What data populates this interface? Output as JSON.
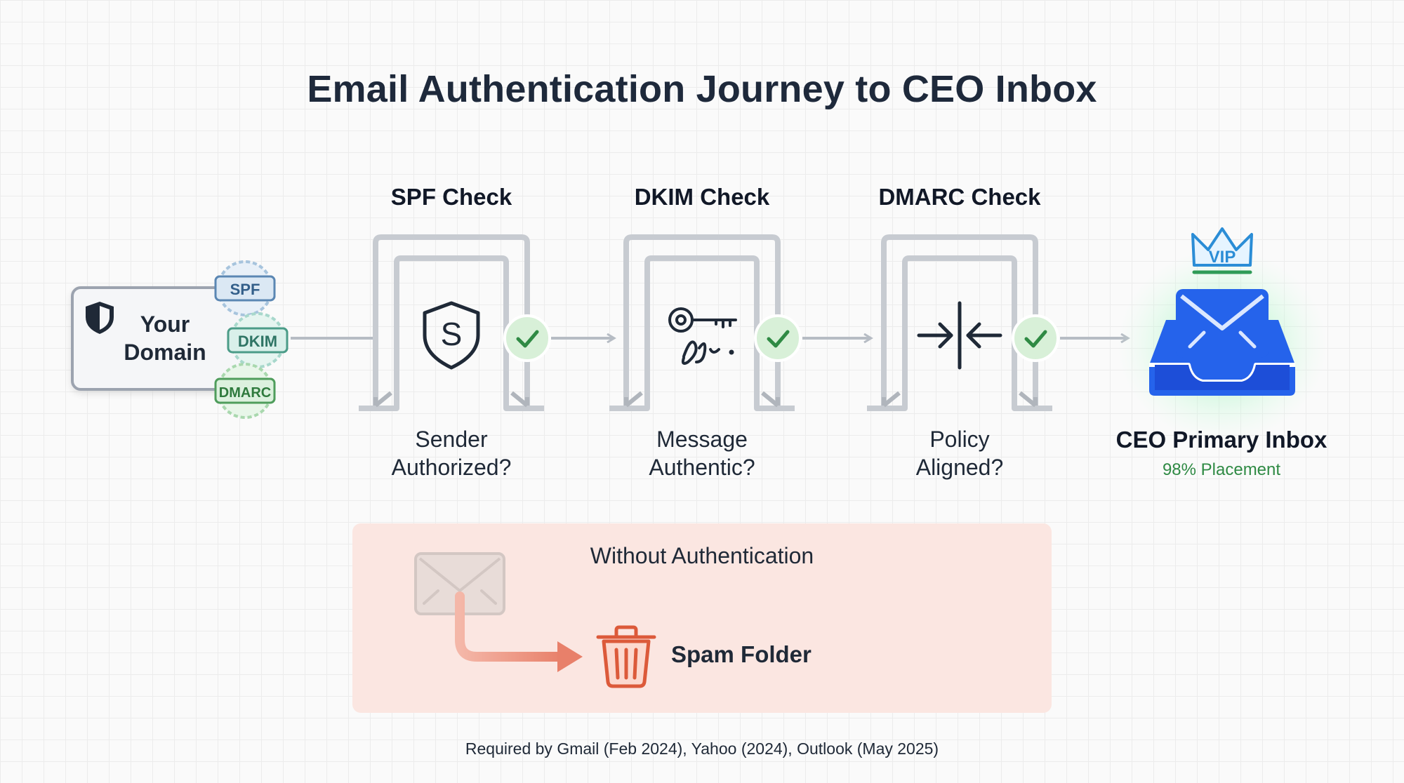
{
  "title": "Email Authentication Journey to CEO Inbox",
  "source": {
    "label": "Your Domain",
    "badges": [
      "SPF",
      "DKIM",
      "DMARC"
    ],
    "icon": "shield-icon"
  },
  "stages": [
    {
      "title": "SPF Check",
      "question": "Sender Authorized?",
      "icon": "shield-s-icon",
      "status": "check-icon"
    },
    {
      "title": "DKIM Check",
      "question": "Message Authentic?",
      "icon": "key-signature-icon",
      "status": "check-icon"
    },
    {
      "title": "DMARC Check",
      "question": "Policy Aligned?",
      "icon": "align-arrows-icon",
      "status": "check-icon"
    }
  ],
  "destination": {
    "title": "CEO Primary Inbox",
    "subtitle": "98% Placement",
    "crown_label": "VIP",
    "icon": "inbox-icon"
  },
  "failure": {
    "heading": "Without Authentication",
    "label": "Spam Folder",
    "icon": "trash-icon"
  },
  "footer": "Required by Gmail (Feb 2024), Yahoo (2024), Outlook (May 2025)",
  "colors": {
    "title": "#1e293b",
    "gate": "#9ca3af",
    "check_bg": "#d8f0d8",
    "check_mark": "#2f8a44",
    "inbox": "#2563eb",
    "inbox_glow": "#86efac",
    "spam_bg": "#fbe6e1",
    "trash": "#dc5a3a",
    "badge_spf": "#a7c4dd",
    "badge_dkim": "#a8d8cc",
    "badge_dmarc": "#a9d8ae"
  }
}
